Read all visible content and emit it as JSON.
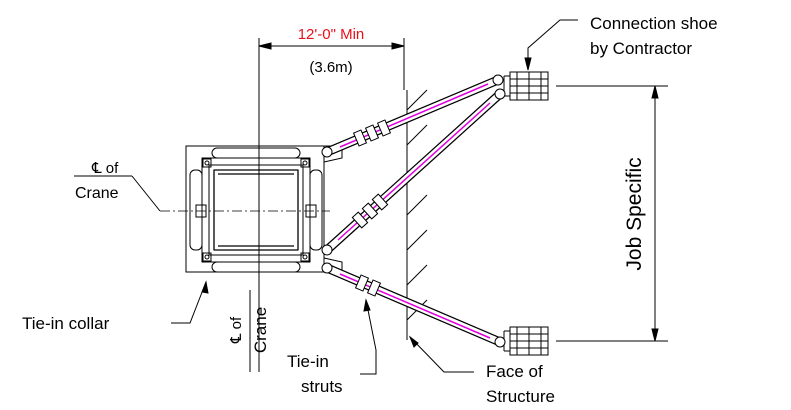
{
  "dimension": {
    "length_label": "12'-0\" Min",
    "metric_label": "(3.6m)",
    "length_color": "#e8121b"
  },
  "labels": {
    "connection_line1": "Connection shoe",
    "connection_line2": "by Contractor",
    "job_specific": "Job Specific",
    "cl_crane_left_line1": "℄ of",
    "cl_crane_left_line2": "Crane",
    "cl_crane_vertical_line1": "℄ of",
    "cl_crane_vertical_line2": "Crane",
    "tie_in_collar": "Tie-in collar",
    "tie_in_struts_line1": "Tie-in",
    "tie_in_struts_line2": "struts",
    "face_line1": "Face of",
    "face_line2": "Structure"
  },
  "colors": {
    "strut_highlight": "#e000e0",
    "ink": "#000000"
  }
}
